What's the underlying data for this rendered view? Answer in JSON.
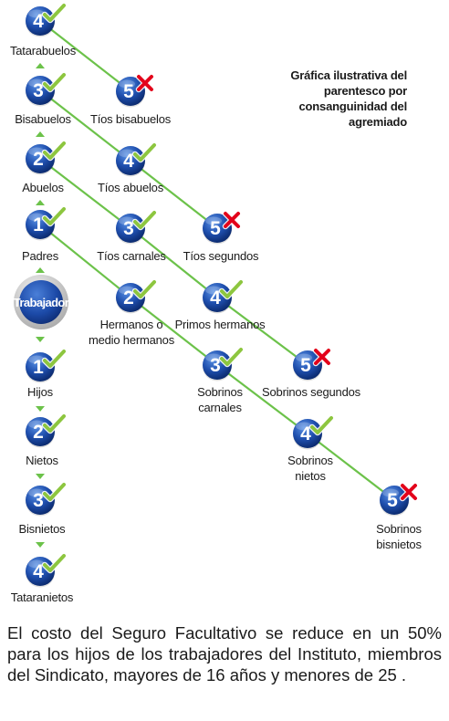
{
  "title": "Gráfica ilustrativa del parentesco por consanguinidad del agremiado",
  "center": "Trabajador",
  "nodes": [
    {
      "id": "tatarabuelos",
      "num": "4",
      "mark": "check",
      "label": "Tatarabuelos"
    },
    {
      "id": "bisabuelos",
      "num": "3",
      "mark": "check",
      "label": "Bisabuelos"
    },
    {
      "id": "abuelos",
      "num": "2",
      "mark": "check",
      "label": "Abuelos"
    },
    {
      "id": "padres",
      "num": "1",
      "mark": "check",
      "label": "Padres"
    },
    {
      "id": "hijos",
      "num": "1",
      "mark": "check",
      "label": "Hijos"
    },
    {
      "id": "nietos",
      "num": "2",
      "mark": "check",
      "label": "Nietos"
    },
    {
      "id": "bisnietos",
      "num": "3",
      "mark": "check",
      "label": "Bisnietos"
    },
    {
      "id": "tataranietos",
      "num": "4",
      "mark": "check",
      "label": "Tataranietos"
    },
    {
      "id": "tios-bisabuelos",
      "num": "5",
      "mark": "cross",
      "label": "Tíos bisabuelos"
    },
    {
      "id": "tios-abuelos",
      "num": "4",
      "mark": "check",
      "label": "Tíos abuelos"
    },
    {
      "id": "tios-segundos",
      "num": "5",
      "mark": "cross",
      "label": "Tíos segundos"
    },
    {
      "id": "tios-carnales",
      "num": "3",
      "mark": "check",
      "label": "Tíos carnales"
    },
    {
      "id": "primos-hermanos",
      "num": "4",
      "mark": "check",
      "label": "Primos hermanos"
    },
    {
      "id": "hermanos",
      "num": "2",
      "mark": "check",
      "label": "Hermanos o medio hermanos"
    },
    {
      "id": "sobrinos-segundos",
      "num": "5",
      "mark": "cross",
      "label": "Sobrinos segundos"
    },
    {
      "id": "sobrinos-carnales",
      "num": "3",
      "mark": "check",
      "label": "Sobrinos carnales"
    },
    {
      "id": "sobrinos-nietos",
      "num": "4",
      "mark": "check",
      "label": "Sobrinos nietos"
    },
    {
      "id": "sobrinos-bisnietos",
      "num": "5",
      "mark": "cross",
      "label": "Sobrinos bisnietos"
    }
  ],
  "edges": [
    [
      "tatarabuelos",
      "tios-bisabuelos"
    ],
    [
      "bisabuelos",
      "tios-abuelos"
    ],
    [
      "tios-abuelos",
      "tios-segundos"
    ],
    [
      "abuelos",
      "tios-carnales"
    ],
    [
      "tios-carnales",
      "primos-hermanos"
    ],
    [
      "primos-hermanos",
      "sobrinos-segundos"
    ],
    [
      "padres",
      "hermanos"
    ],
    [
      "hermanos",
      "sobrinos-carnales"
    ],
    [
      "sobrinos-carnales",
      "sobrinos-nietos"
    ],
    [
      "sobrinos-nietos",
      "sobrinos-bisnietos"
    ]
  ],
  "note": "El costo del Seguro Facultativo se reduce en un 50% para los hijos de los trabajadores del Instituto, miembros del Sindicato, mayores de 16 años y menores de 25 .",
  "colors": {
    "line": "#6cc24a",
    "arrow": "#6cc24a",
    "check": "#8dc63f",
    "cross": "#e3001b",
    "ball_light": "#3f79d4",
    "ball_dark": "#0d2f78",
    "center_ball": "#1c4aa8",
    "center_ring": "#c8c8c8",
    "text": "#1a1a1a"
  }
}
